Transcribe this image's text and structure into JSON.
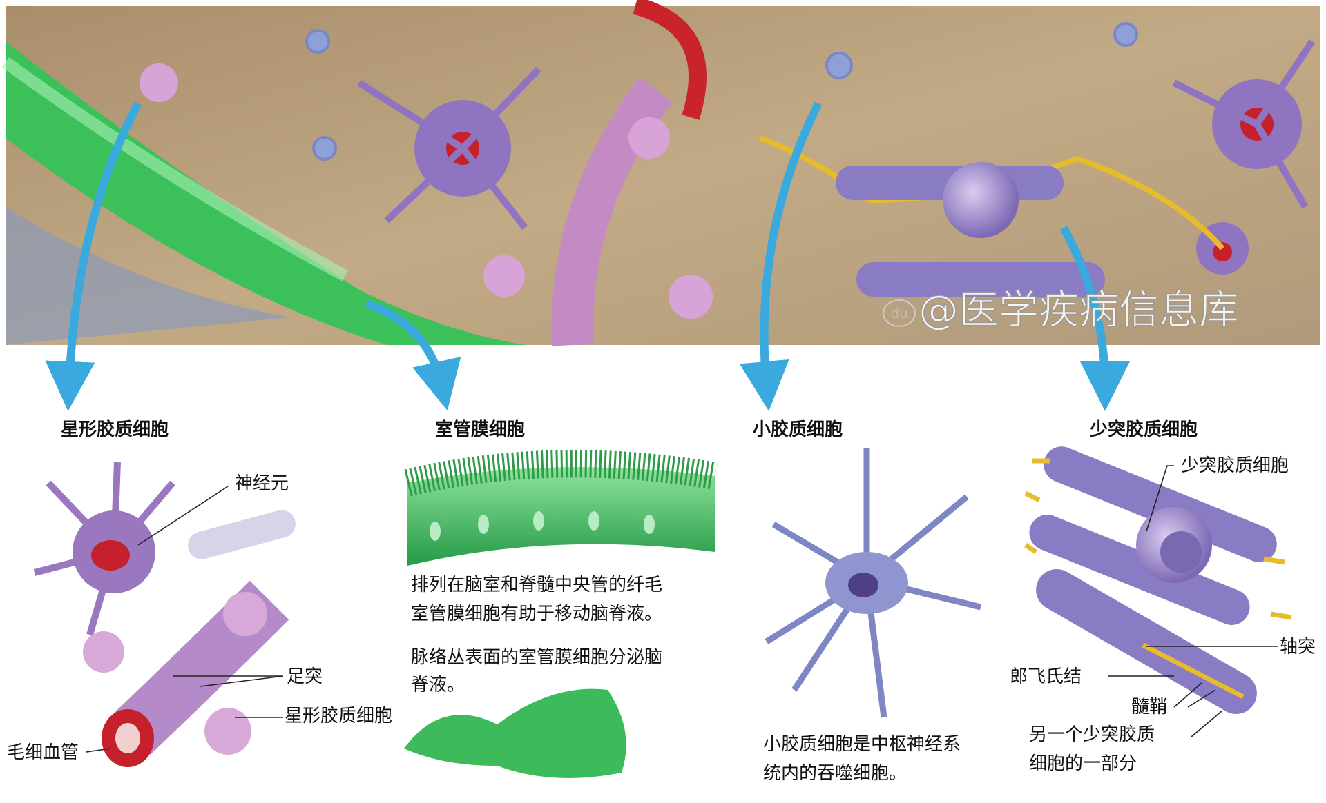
{
  "headings": {
    "astrocyte": "星形胶质细胞",
    "ependymal": "室管膜细胞",
    "microglia": "小胶质细胞",
    "oligodendrocyte": "少突胶质细胞"
  },
  "astrocyte_labels": {
    "neuron": "神经元",
    "foot_process": "足突",
    "astrocyte": "星形胶质细胞",
    "capillary": "毛细血管"
  },
  "ependymal_text": {
    "line1": "排列在脑室和脊髓中央管的纤毛",
    "line2": "室管膜细胞有助于移动脑脊液。",
    "line3": "脉络丛表面的室管膜细胞分泌脑",
    "line4": "脊液。"
  },
  "microglia_text": {
    "line1": "小胶质细胞是中枢神经系",
    "line2": "统内的吞噬细胞。"
  },
  "oligodendrocyte_labels": {
    "cell": "少突胶质细胞",
    "axon": "轴突",
    "node_of_ranvier": "郎飞氏结",
    "myelin_sheath": "髓鞘",
    "other_cell_line1": "另一个少突胶质",
    "other_cell_line2": "细胞的一部分"
  },
  "watermark": {
    "logo": "du",
    "text": "@医学疾病信息库"
  },
  "colors": {
    "arrow": "#3aa9dd",
    "astrocyte": "#9a78c0",
    "ependymal": "#3dbb5c",
    "microglia": "#7f86c4",
    "oligodendrocyte": "#8a7cc4",
    "axon": "#e6bb2c",
    "blood_vessel": "#c8242c",
    "tissue_background": "#b59a78"
  }
}
